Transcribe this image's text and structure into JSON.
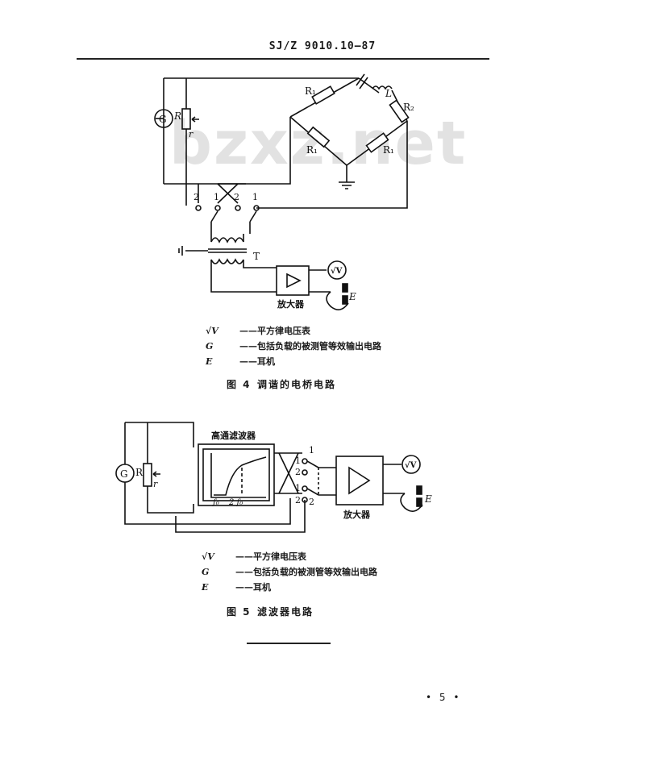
{
  "header": {
    "code": "SJ/Z  9010.10—87"
  },
  "watermark": "bzxz.net",
  "figure4": {
    "labels": {
      "G": "G",
      "R": "R",
      "r": "r",
      "R1_top": "R₁",
      "R1_left": "R₁",
      "R1_right": "R₁",
      "L": "L",
      "R2": "R₂",
      "T": "T",
      "E": "E",
      "terminal_2a": "2",
      "terminal_1a": "1",
      "terminal_2b": "2",
      "terminal_1b": "1",
      "amplifier": "放大器",
      "voltmeter": "√V"
    },
    "legend": [
      {
        "symbol": "√V",
        "text": "——平方律电压表"
      },
      {
        "symbol": "G",
        "text": "——包括负载的被测管等效输出电路"
      },
      {
        "symbol": "E",
        "text": "——耳机"
      }
    ],
    "caption": {
      "number": "图 4",
      "title": "调谐的电桥电路"
    }
  },
  "figure5": {
    "labels": {
      "G": "G",
      "R": "R",
      "r": "r",
      "filter": "高通滤波器",
      "f0": "f₀",
      "two_f0": "2 f₀",
      "sw_1a": "1",
      "sw_2a": "2",
      "sw_1b": "1",
      "sw_2b": "2",
      "out_1": "1",
      "out_2": "2",
      "amplifier": "放大器",
      "voltmeter": "√V",
      "E": "E"
    },
    "legend": [
      {
        "symbol": "√V",
        "text": "——平方律电压表"
      },
      {
        "symbol": "G",
        "text": "——包括负载的被测管等效输出电路"
      },
      {
        "symbol": "E",
        "text": "——耳机"
      }
    ],
    "caption": {
      "number": "图 5",
      "title": "滤波器电路"
    }
  },
  "footer": {
    "page_number": "5"
  }
}
